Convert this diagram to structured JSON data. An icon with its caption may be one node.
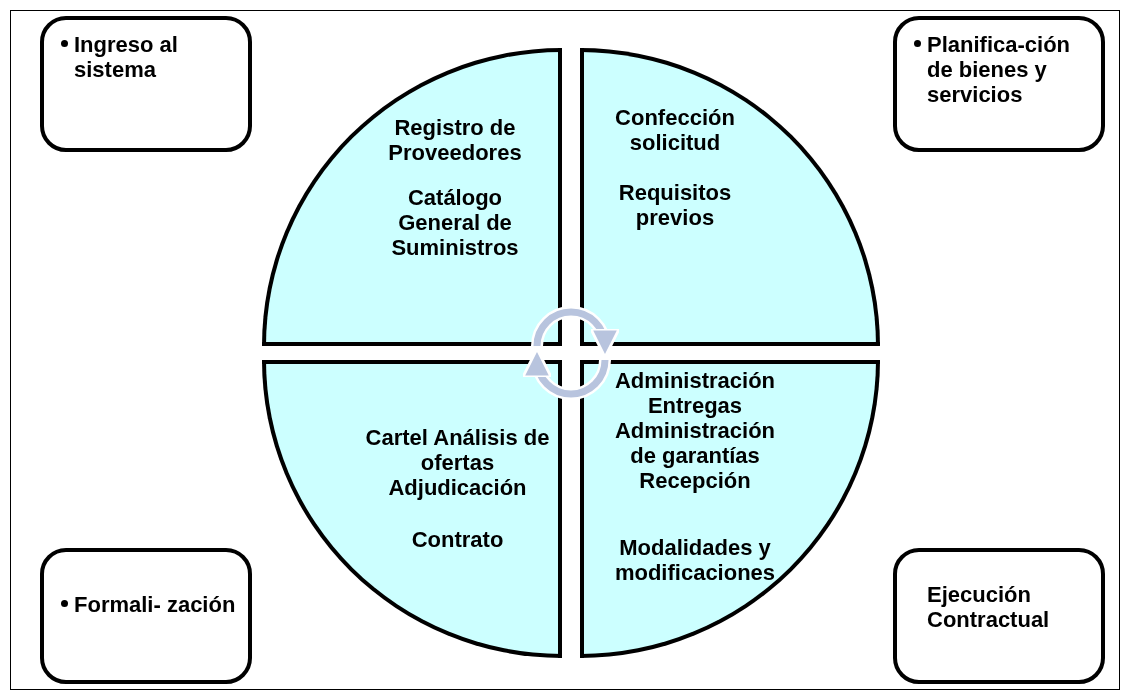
{
  "diagram": {
    "nodes": [
      {
        "text": [
          "Ingreso al sistema"
        ]
      },
      {
        "text": [
          "Planifica-ción de bienes y servicios"
        ]
      },
      {
        "text": [
          "Formali- zación"
        ]
      },
      {
        "text": [
          "Ejecución Contractual"
        ]
      },
      {
        "text": [
          "Registro de Proveedores",
          "Catálogo General de Suministros"
        ]
      },
      {
        "text": [
          "Confección solicitud",
          "Requisitos previos"
        ]
      },
      {
        "text": [
          "Cartel Análisis de ofertas Adjudicación",
          "Contrato"
        ]
      },
      {
        "text": [
          "Administración Entregas Administración de garantías Recepción",
          "Modalidades y modificaciones"
        ]
      }
    ],
    "edges": [
      {
        "from": 4,
        "to": 5,
        "arrow": "to"
      },
      {
        "from": 7,
        "to": 6,
        "arrow": "to"
      }
    ]
  }
}
